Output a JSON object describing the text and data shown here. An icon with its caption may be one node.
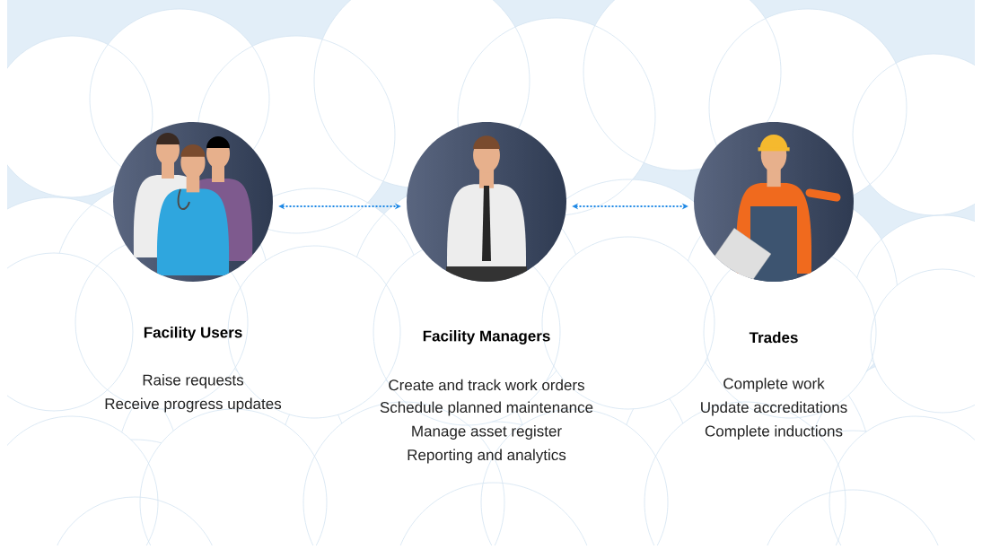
{
  "diagram": {
    "nodes": [
      {
        "text": [
          "Facility Users"
        ],
        "beside": [
          "Raise requests",
          "Receive progress updates"
        ]
      },
      {
        "text": [
          "Facility Managers"
        ],
        "beside": [
          "Create and track work orders",
          "Schedule planned maintenance",
          "Manage asset register",
          "Reporting and analytics"
        ]
      },
      {
        "text": [
          "Trades"
        ],
        "beside": [
          "Complete work",
          "Update accreditations",
          "Complete inductions"
        ]
      }
    ],
    "edges": [
      {
        "from": 0,
        "to": 1,
        "arrow": "both",
        "style": "dashed"
      },
      {
        "from": 1,
        "to": 2,
        "arrow": "both",
        "style": "dashed"
      }
    ]
  }
}
